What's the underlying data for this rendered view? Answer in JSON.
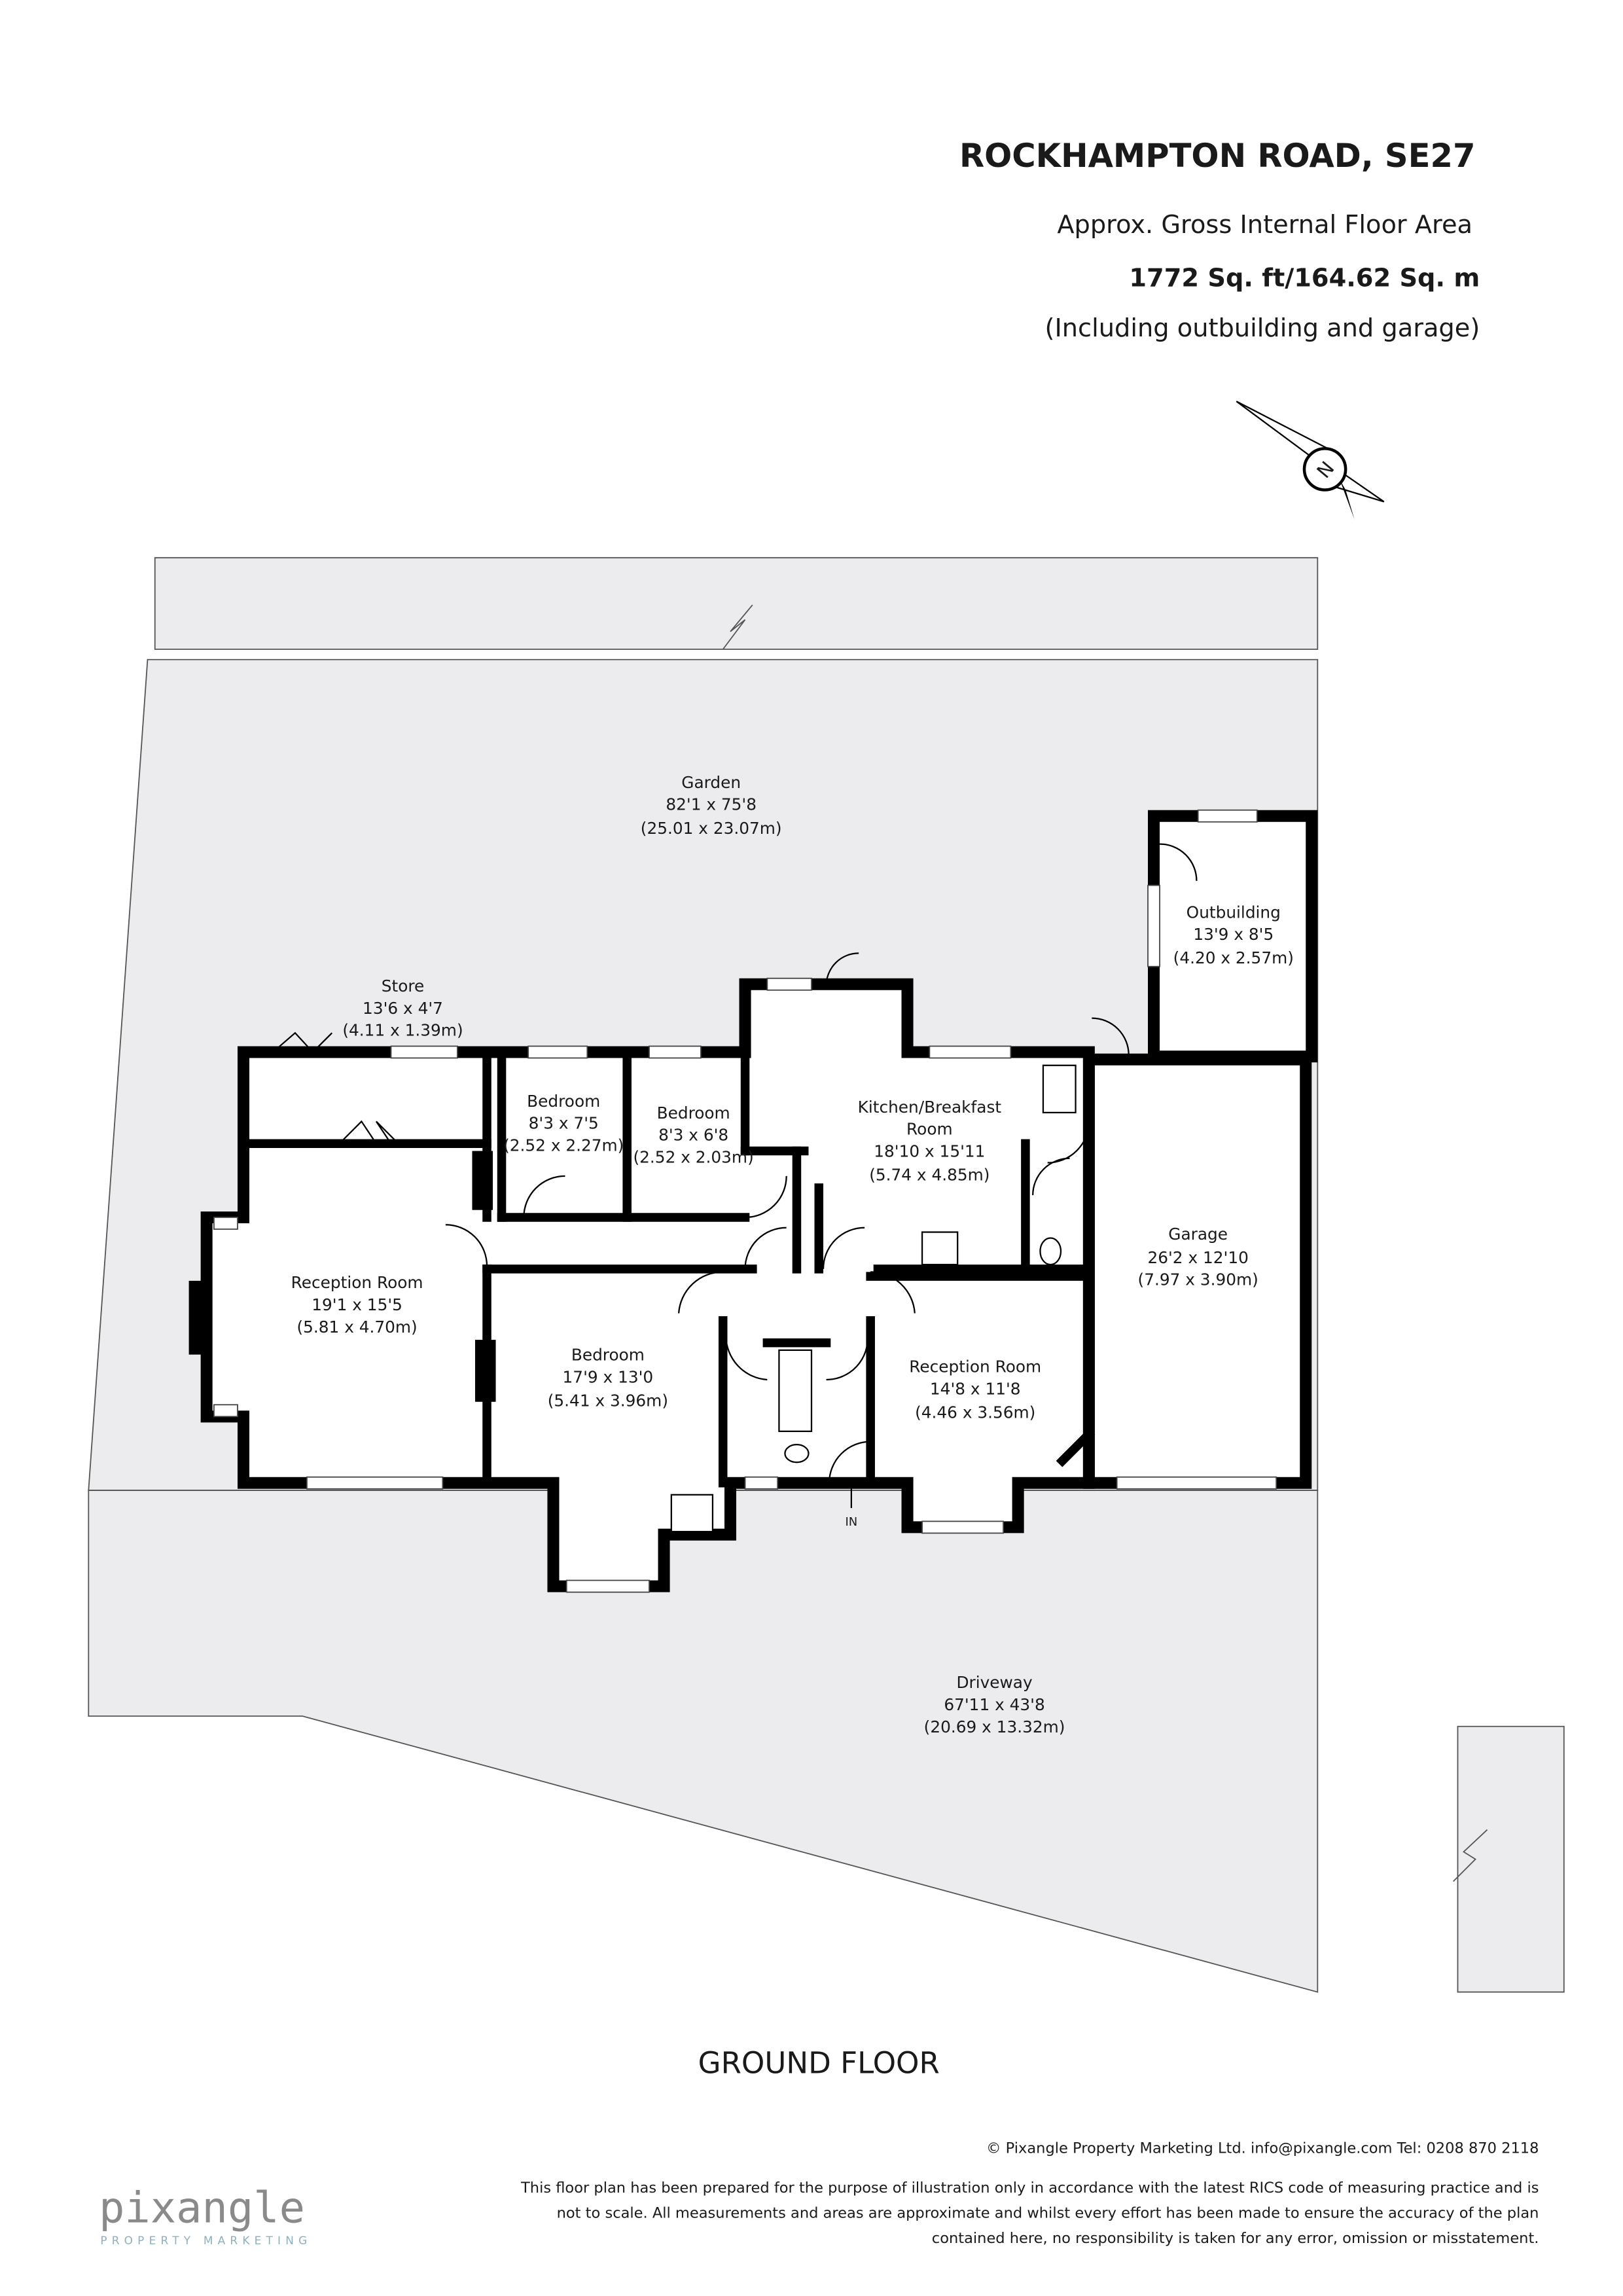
{
  "header": {
    "title": "ROCKHAMPTON ROAD, SE27",
    "area_label": "Approx. Gross Internal Floor Area",
    "area_value": "1772 Sq. ft/164.62 Sq. m",
    "area_note": "(Including outbuilding and garage)"
  },
  "compass": {
    "label": "N"
  },
  "rooms": [
    {
      "name": "Garden",
      "imperial": "82'1 x 75'8",
      "metric": "(25.01 x 23.07m)"
    },
    {
      "name": "Store",
      "imperial": "13'6 x 4'7",
      "metric": "(4.11 x 1.39m)"
    },
    {
      "name": "Bedroom",
      "imperial": "8'3 x 7'5",
      "metric": "(2.52 x 2.27m)"
    },
    {
      "name": "Bedroom",
      "imperial": "8'3 x 6'8",
      "metric": "(2.52 x 2.03m)"
    },
    {
      "name": "Kitchen/Breakfast",
      "name2": "Room",
      "imperial": "18'10 x 15'11",
      "metric": "(5.74 x 4.85m)"
    },
    {
      "name": "Outbuilding",
      "imperial": "13'9 x 8'5",
      "metric": "(4.20 x 2.57m)"
    },
    {
      "name": "Reception Room",
      "imperial": "19'1 x 15'5",
      "metric": "(5.81 x 4.70m)"
    },
    {
      "name": "Bedroom",
      "imperial": "17'9 x 13'0",
      "metric": "(5.41 x 3.96m)"
    },
    {
      "name": "Reception Room",
      "imperial": "14'8 x 11'8",
      "metric": "(4.46 x 3.56m)"
    },
    {
      "name": "Garage",
      "imperial": "26'2 x 12'10",
      "metric": "(7.97 x 3.90m)"
    },
    {
      "name": "Driveway",
      "imperial": "67'11 x 43'8",
      "metric": "(20.69 x 13.32m)"
    }
  ],
  "entrance_label": "IN",
  "floor_label": "GROUND FLOOR",
  "footer": {
    "copyright": "© Pixangle Property Marketing Ltd. info@pixangle.com Tel: 0208 870 2118",
    "disclaimer": [
      "This floor plan has been prepared for the purpose of illustration only in accordance with the latest RICS code of measuring practice and is",
      "not to scale. All measurements and areas are approximate and whilst every effort has been made to ensure the accuracy of the plan",
      "contained here, no responsibility is taken for any error, omission or misstatement."
    ],
    "logo_text": "pixangle",
    "logo_tagline": "PROPERTY MARKETING"
  },
  "colors": {
    "ground": "#ececee",
    "walls": "#000000",
    "logo": "#8a8a8a",
    "logo_accent": "#8fb0bf"
  }
}
